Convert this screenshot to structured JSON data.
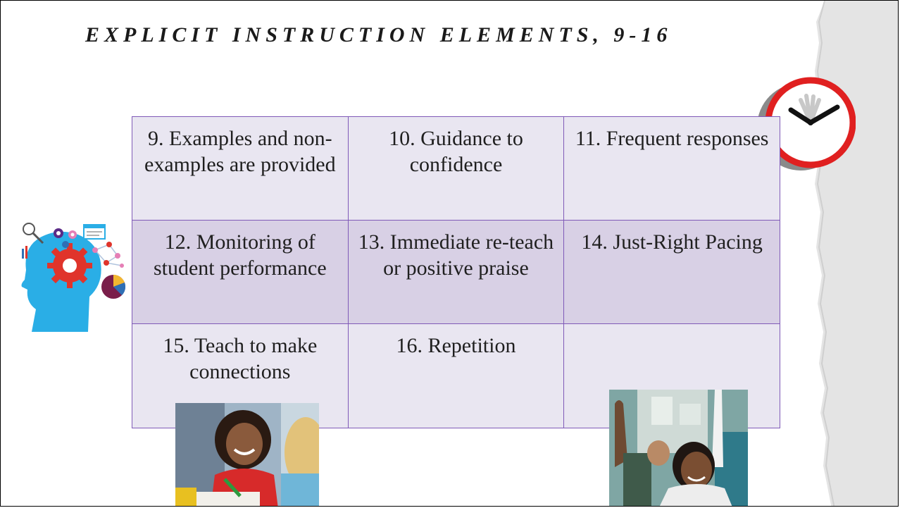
{
  "slide": {
    "title": "EXPLICIT INSTRUCTION ELEMENTS, 9-16"
  },
  "elements_table": {
    "rows": [
      [
        "9. Examples and non-examples are provided",
        "10. Guidance to confidence",
        "11. Frequent responses"
      ],
      [
        "12. Monitoring of student performance",
        "13. Immediate re-teach or positive praise",
        "14. Just-Right Pacing"
      ],
      [
        "15. Teach to make connections",
        "16. Repetition",
        ""
      ]
    ]
  },
  "colors": {
    "table_border": "#7f5ab8",
    "row_light": "#e9e6f1",
    "row_dark": "#d8d0e5",
    "clock_red": "#e02020",
    "head_blue": "#2aaee6",
    "gear_red": "#e0342b"
  },
  "icons": {
    "head": "head-with-gears-icon",
    "clock": "clock-icon"
  }
}
